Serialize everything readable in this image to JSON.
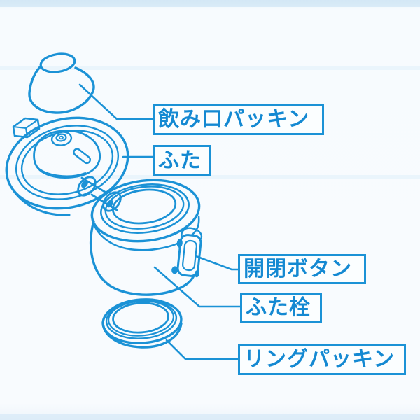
{
  "page": {
    "background_color": "#f7fbfe",
    "accent_color": "#1b92d6",
    "text_color": "#1489d2"
  },
  "diagram": {
    "kind": "exploded-parts-line-drawing",
    "subject": "bottle lid assembly (flip-top thermos cap)",
    "labels": [
      {
        "id": "mouth-gasket",
        "text": "飲み口パッキン"
      },
      {
        "id": "lid",
        "text": "ふた"
      },
      {
        "id": "open-close-button",
        "text": "開閉ボタン"
      },
      {
        "id": "lid-stopper",
        "text": "ふた栓"
      },
      {
        "id": "ring-gasket",
        "text": "リングパッキン"
      }
    ]
  }
}
